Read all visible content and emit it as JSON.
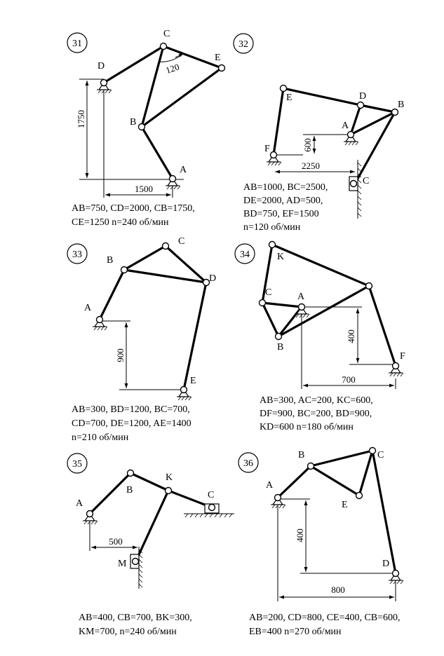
{
  "problems": [
    {
      "number": "31",
      "labels": {
        "A": "A",
        "B": "B",
        "C": "C",
        "D": "D",
        "E": "E"
      },
      "dims": {
        "vertical": "1750",
        "horizontal": "1500",
        "angle": "120"
      },
      "caption": [
        "AB=750,  CD=2000,  CB=1750,",
        "CE=1250  n=240 об/мин"
      ]
    },
    {
      "number": "32",
      "labels": {
        "A": "A",
        "B": "B",
        "C": "C",
        "D": "D",
        "E": "E",
        "F": "F"
      },
      "dims": {
        "vertical": "600",
        "horizontal": "2250"
      },
      "caption": [
        "AB=1000,  BC=2500,",
        "DE=2000,  AD=500,",
        "BD=750,  EF=1500",
        "n=120 об/мин"
      ]
    },
    {
      "number": "33",
      "labels": {
        "A": "A",
        "B": "B",
        "C": "C",
        "D": "D",
        "E": "E"
      },
      "dims": {
        "vertical": "900"
      },
      "caption": [
        "AB=300,  BD=1200,  BC=700,",
        "CD=700,  DE=1200,  AE=1400",
        "n=210 об/мин"
      ]
    },
    {
      "number": "34",
      "labels": {
        "A": "A",
        "B": "B",
        "C": "C",
        "F": "F",
        "K": "K"
      },
      "dims": {
        "vertical": "400",
        "horizontal": "700"
      },
      "caption": [
        "AB=300,  AC=200,  KC=600,",
        "DF=900,  BC=200,  BD=900,",
        "KD=600  n=180 об/мин"
      ]
    },
    {
      "number": "35",
      "labels": {
        "A": "A",
        "B": "B",
        "C": "C",
        "K": "K",
        "M": "M"
      },
      "dims": {
        "horizontal": "500"
      },
      "caption": [
        "AB=400,  CB=700,  BK=300,",
        "KM=700,  n=240 об/мин"
      ]
    },
    {
      "number": "36",
      "labels": {
        "A": "A",
        "B": "B",
        "C": "C",
        "D": "D",
        "E": "E"
      },
      "dims": {
        "vertical": "400",
        "horizontal": "800"
      },
      "caption": [
        "AB=200,  CD=800,  CE=400,  CB=600,",
        "EB=400  n=270 об/мин"
      ]
    }
  ]
}
